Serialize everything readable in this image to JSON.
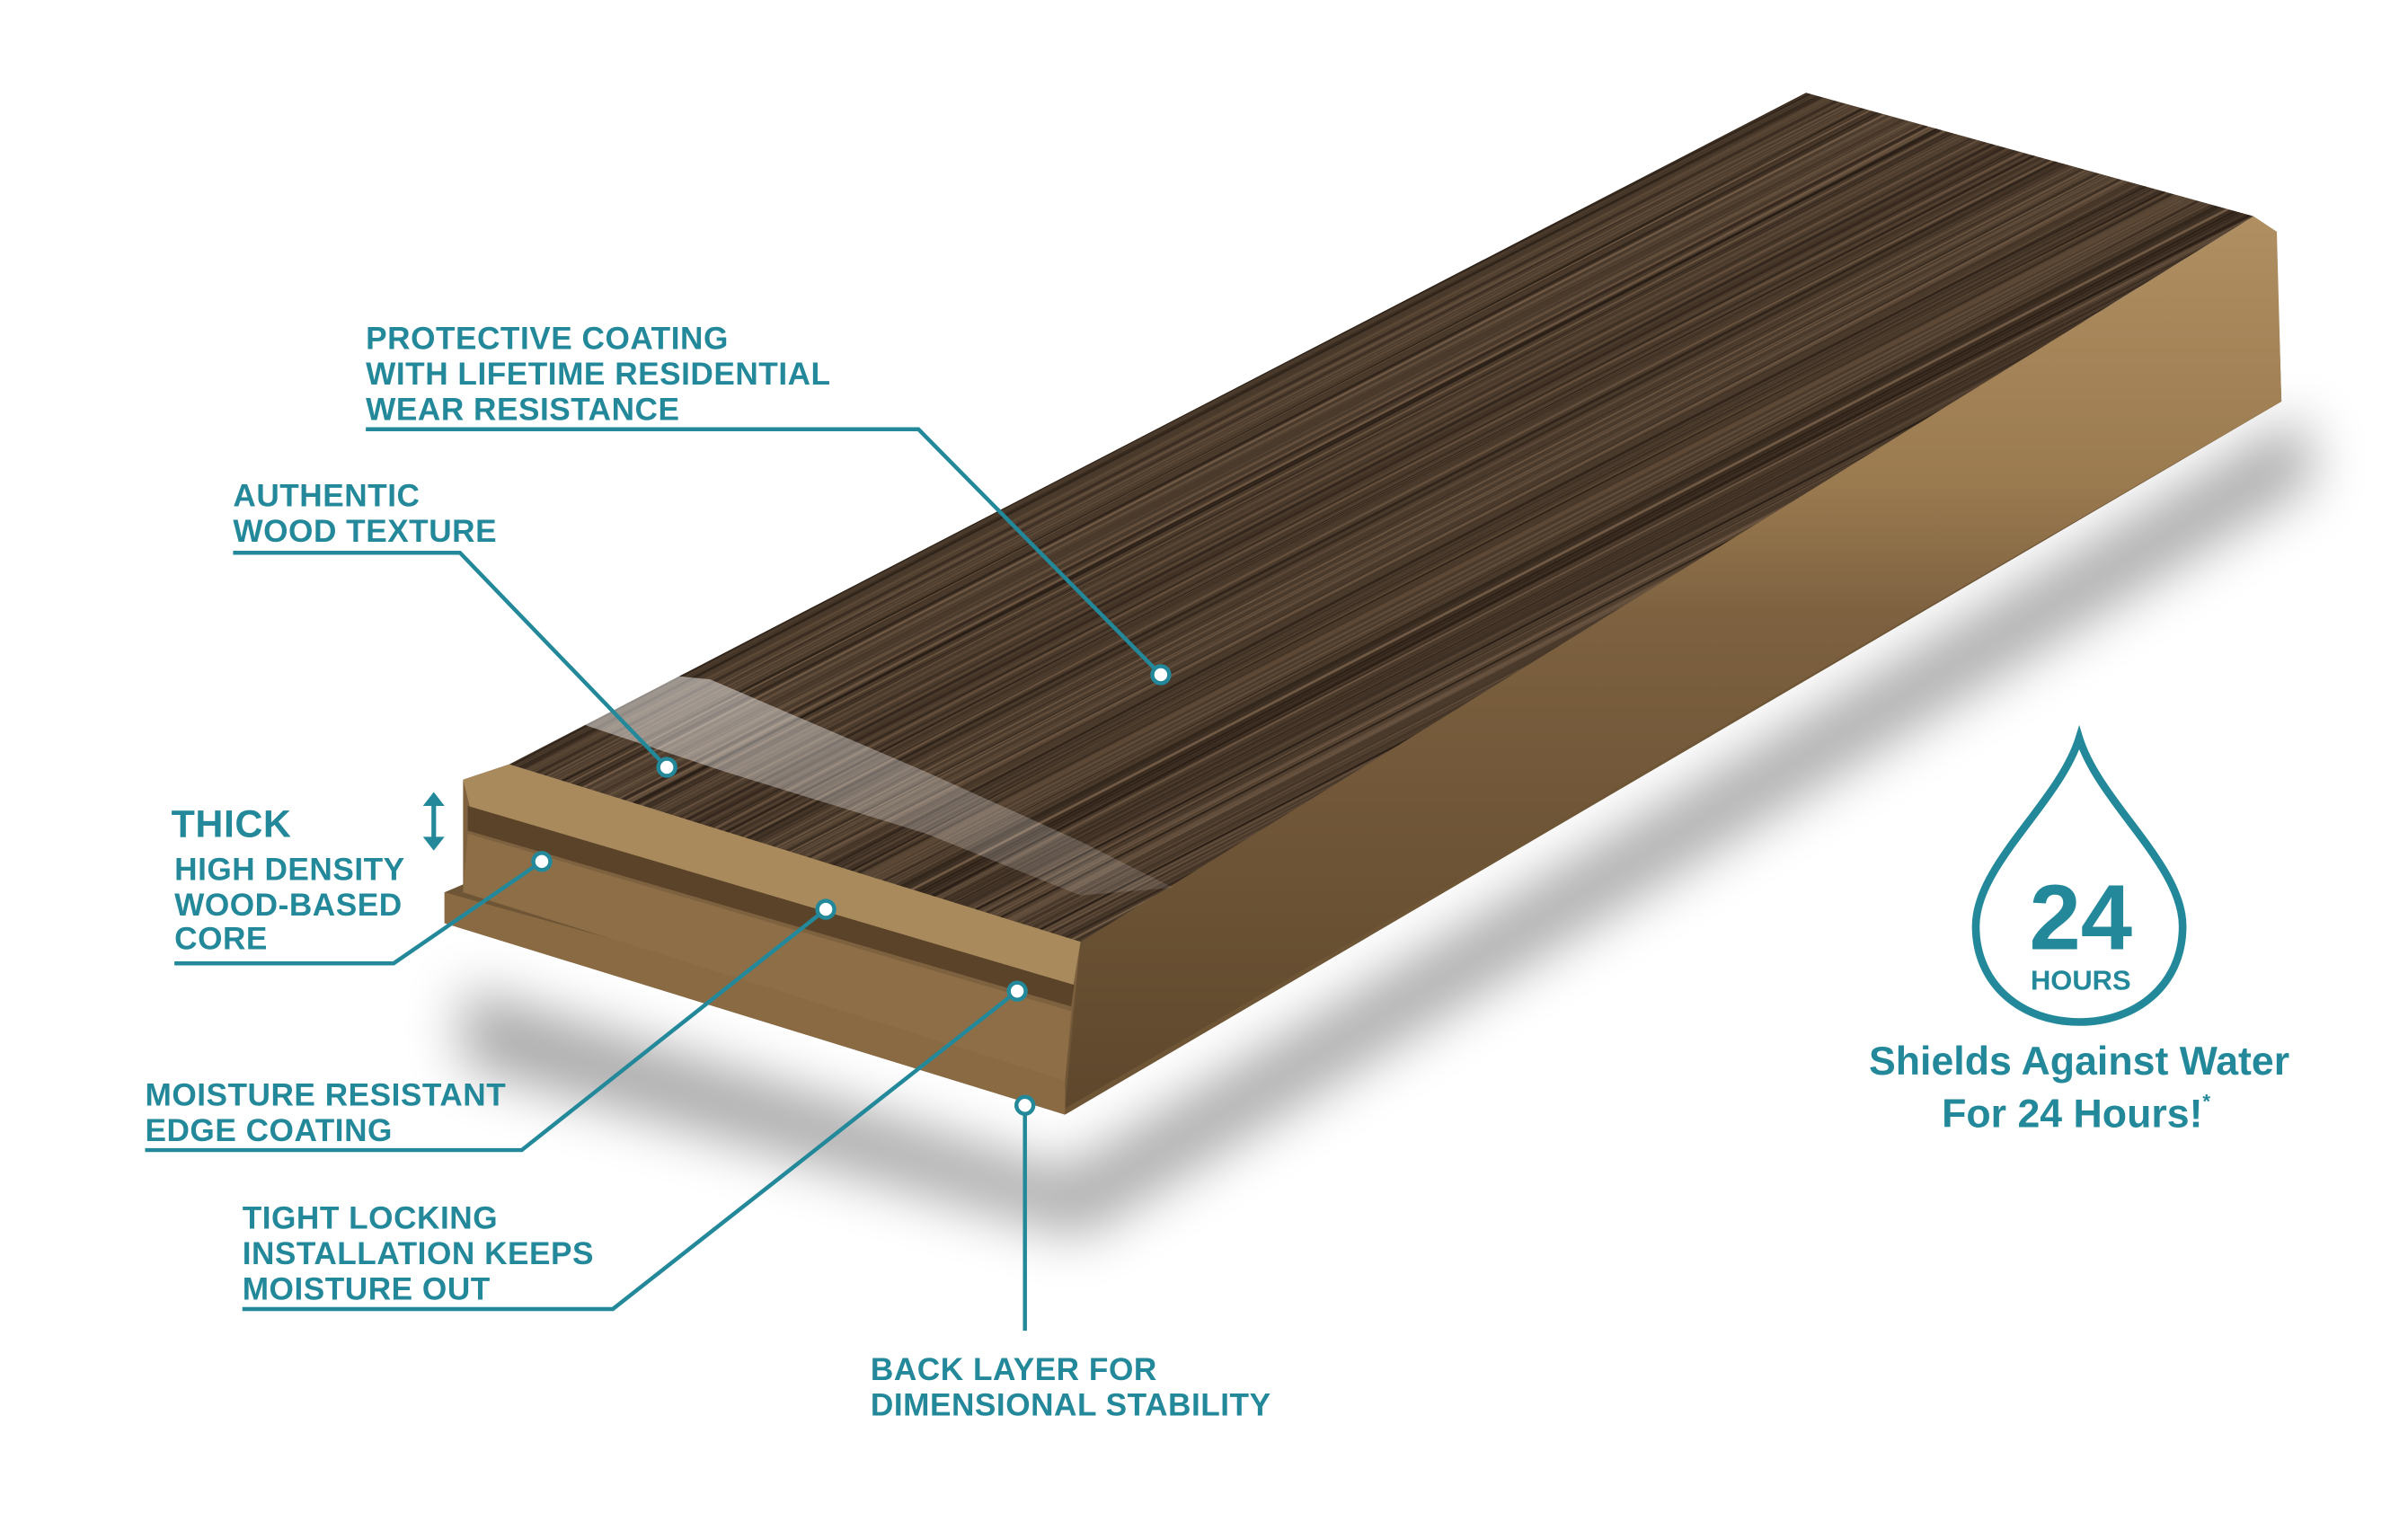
{
  "callouts": {
    "protective": [
      "PROTECTIVE COATING",
      "WITH LIFETIME RESIDENTIAL",
      "WEAR RESISTANCE"
    ],
    "texture": [
      "AUTHENTIC",
      "WOOD TEXTURE"
    ],
    "core": {
      "title": "THICK",
      "lines": [
        "HIGH DENSITY",
        "WOOD-BASED",
        "CORE"
      ]
    },
    "edge": [
      "MOISTURE RESISTANT",
      "EDGE COATING"
    ],
    "locking": [
      "TIGHT LOCKING",
      "INSTALLATION KEEPS",
      "MOISTURE OUT"
    ],
    "back": [
      "BACK LAYER FOR",
      "DIMENSIONAL STABILITY"
    ]
  },
  "badge": {
    "number": "24",
    "unit": "HOURS",
    "line1": "Shields Against Water",
    "line2": "For 24 Hours!",
    "footnote_mark": "*"
  },
  "colors": {
    "accent": "#23899a",
    "wood": "#4a3a2c",
    "core": "#a58559",
    "back": "#6e5535"
  }
}
